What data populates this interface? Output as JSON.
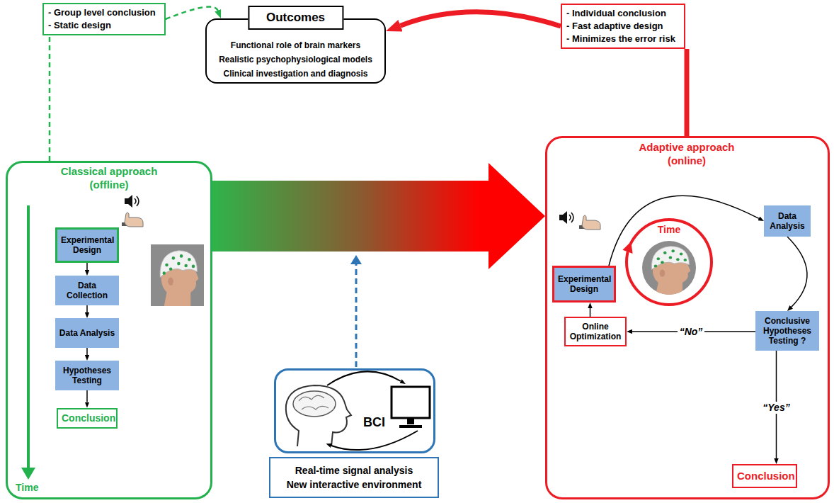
{
  "diagram": {
    "nodes": [
      {
        "text": [
          "- Group level conclusion",
          "- Static design"
        ]
      },
      {
        "text": [
          "Outcomes",
          "Functional role of brain markers",
          "Realistic psychophysiological models",
          "Clinical investigation and diagnosis"
        ]
      },
      {
        "text": [
          "- Individual conclusion",
          "- Fast adaptive design",
          "- Minimizes the error risk"
        ]
      },
      {
        "text": [
          "Classical approach (offline)"
        ]
      },
      {
        "text": [
          "Experimental Design"
        ],
        "in": 3
      },
      {
        "text": [
          "Data Collection"
        ],
        "in": 3
      },
      {
        "text": [
          "Data Analysis"
        ],
        "in": 3
      },
      {
        "text": [
          "Hypotheses Testing"
        ],
        "in": 3
      },
      {
        "text": [
          "Conclusion"
        ],
        "in": 3
      },
      {
        "text": [
          "BCI"
        ]
      },
      {
        "text": [
          "Real-time signal analysis",
          "New interactive environment"
        ]
      },
      {
        "text": [
          "Adaptive approach (online)"
        ]
      },
      {
        "text": [
          "Experimental Design"
        ],
        "in": 11
      },
      {
        "text": [
          "Data Analysis"
        ],
        "in": 11
      },
      {
        "text": [
          "Online Optimization"
        ],
        "in": 11
      },
      {
        "text": [
          "Conclusive Hypotheses Testing ?"
        ],
        "in": 11
      },
      {
        "text": [
          "Conclusion"
        ],
        "in": 11
      }
    ],
    "edges": [
      {
        "from": 0,
        "to": 1,
        "arrow": "to"
      },
      {
        "from": 3,
        "to": 0,
        "arrow": "none"
      },
      {
        "from": 2,
        "to": 1,
        "arrow": "to"
      },
      {
        "from": 11,
        "to": 2,
        "arrow": "none"
      },
      {
        "from": 4,
        "to": 5,
        "arrow": "to"
      },
      {
        "from": 5,
        "to": 6,
        "arrow": "to"
      },
      {
        "from": 6,
        "to": 7,
        "arrow": "to"
      },
      {
        "from": 7,
        "to": 8,
        "arrow": "to"
      },
      {
        "from": 3,
        "to": 11,
        "arrow": "to"
      },
      {
        "from": 12,
        "to": 13,
        "arrow": "to"
      },
      {
        "from": 13,
        "to": 15,
        "arrow": "to"
      },
      {
        "from": 15,
        "to": 14,
        "label": "“No”",
        "arrow": "to"
      },
      {
        "from": 14,
        "to": 12,
        "arrow": "to"
      },
      {
        "from": 15,
        "to": 16,
        "label": "“Yes”",
        "arrow": "to"
      }
    ],
    "labels": [
      "Time",
      "Time"
    ]
  }
}
